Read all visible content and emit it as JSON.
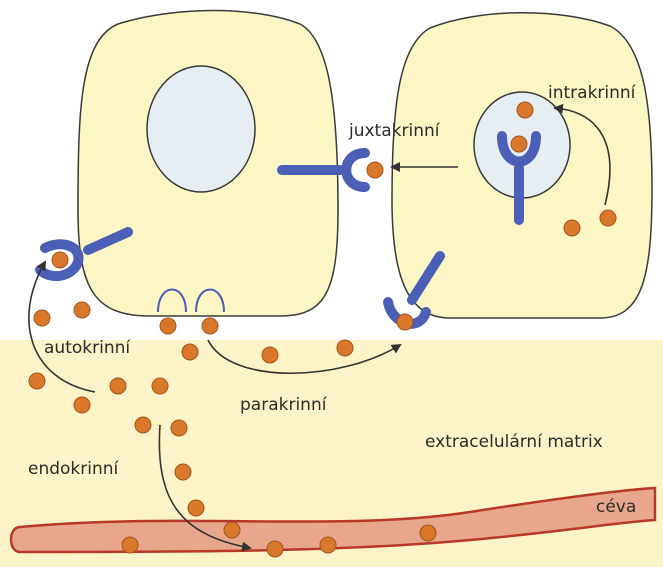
{
  "labels": {
    "juxtakrinni": "juxtakrinní",
    "intrakrinni": "intrakrinní",
    "autokrinni": "autokrinní",
    "parakrinni": "parakrinní",
    "endokrinni": "endokrinní",
    "extracellular_matrix": "extracelulární matrix",
    "vessel": "céva"
  },
  "colors": {
    "background": "#ffffff",
    "cell_fill": "#fbf6c4",
    "cell_stroke": "#3a3a3a",
    "nucleus_fill": "#e6edf3",
    "matrix": "#fcf4c8",
    "receptor": "#4a5fb5",
    "ligand": "#d9782a",
    "ligand_stroke": "#a5531a",
    "vessel_fill": "#e8a78c",
    "vessel_stroke": "#b8382a",
    "arrow": "#333333"
  }
}
